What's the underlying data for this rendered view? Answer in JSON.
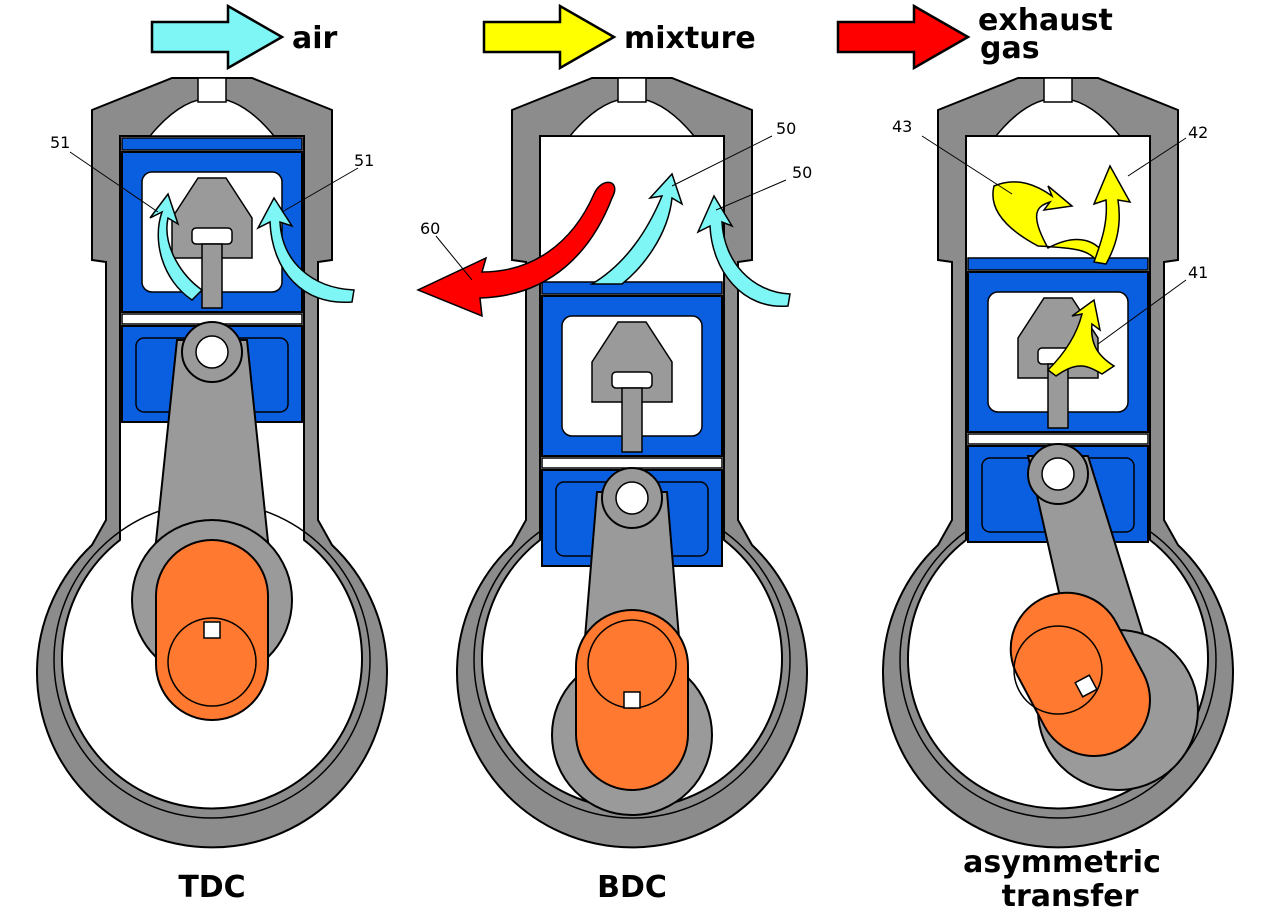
{
  "legend": {
    "air": {
      "label": "air",
      "color": "#7ff6f6"
    },
    "mixture": {
      "label": "mixture",
      "color": "#ffff00"
    },
    "exhaust": {
      "label_line1": "exhaust",
      "label_line2": "gas",
      "color": "#ff0000"
    }
  },
  "colors": {
    "casing": "#8c8c8c",
    "piston": "#0a5fe0",
    "rod": "#9a9a9a",
    "crank": "#ff7a30",
    "outline": "#000000"
  },
  "panels": [
    {
      "caption": "TDC",
      "callouts": [
        "51",
        "51"
      ]
    },
    {
      "caption": "BDC",
      "callouts": [
        "60",
        "50",
        "50"
      ]
    },
    {
      "caption_line1": "asymmetric",
      "caption_line2": "transfer",
      "callouts": [
        "43",
        "42",
        "41"
      ]
    }
  ]
}
